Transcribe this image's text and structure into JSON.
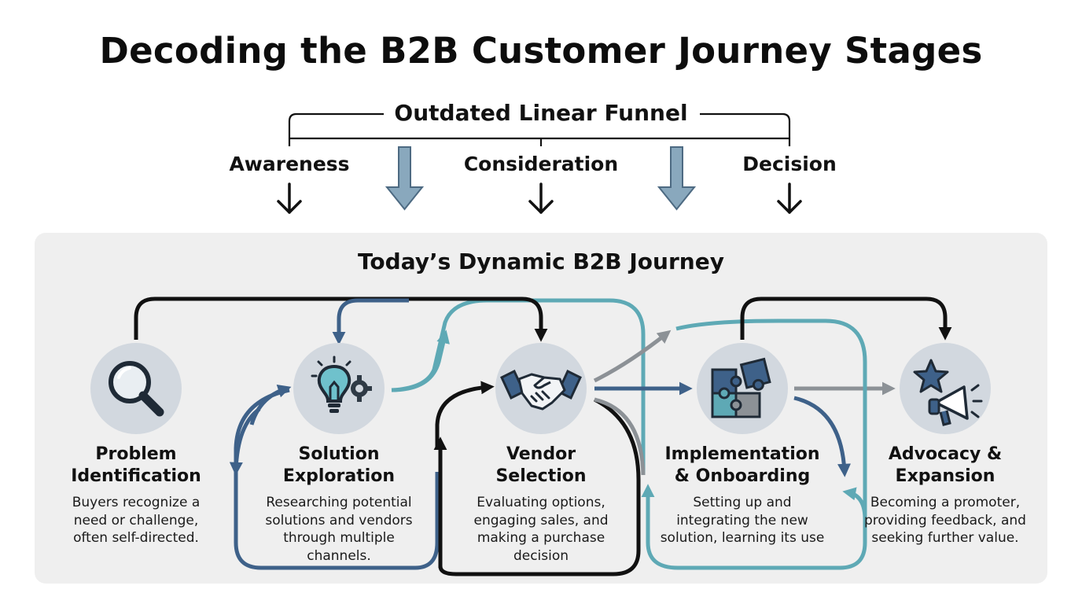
{
  "title": "Decoding the B2B Customer Journey Stages",
  "funnel": {
    "title": "Outdated Linear Funnel",
    "stages": [
      "Awareness",
      "Consideration",
      "Decision"
    ]
  },
  "journey": {
    "title": "Today’s Dynamic B2B Journey",
    "stages": [
      {
        "name_line1": "Problem",
        "name_line2": "Identification",
        "icon": "magnifier-icon",
        "desc": [
          "Buyers recognize a",
          "need or challenge,",
          "often self-directed."
        ]
      },
      {
        "name_line1": "Solution",
        "name_line2": "Exploration",
        "icon": "lightbulb-gear-icon",
        "desc": [
          "Researching potential",
          "solutions and vendors",
          "through multiple",
          "channels."
        ]
      },
      {
        "name_line1": "Vendor",
        "name_line2": "Selection",
        "icon": "handshake-icon",
        "desc": [
          "Evaluating options,",
          "engaging sales, and",
          "making a purchase",
          "decision"
        ]
      },
      {
        "name_line1": "Implementation",
        "name_line2": "& Onboarding",
        "icon": "puzzle-icon",
        "desc": [
          "Setting up and",
          "integrating the new",
          "solution, learning its use"
        ]
      },
      {
        "name_line1": "Advocacy &",
        "name_line2": "Expansion",
        "icon": "star-megaphone-icon",
        "desc": [
          "Becoming a promoter,",
          "providing feedback, and",
          "seeking further value."
        ]
      }
    ]
  },
  "colors": {
    "black": "#111111",
    "navy": "#3e6189",
    "teal": "#5ea9b5",
    "gray": "#8c9196",
    "light_blue": "#89a8bd",
    "circle": "#d2d8df",
    "panel": "#efefef"
  }
}
